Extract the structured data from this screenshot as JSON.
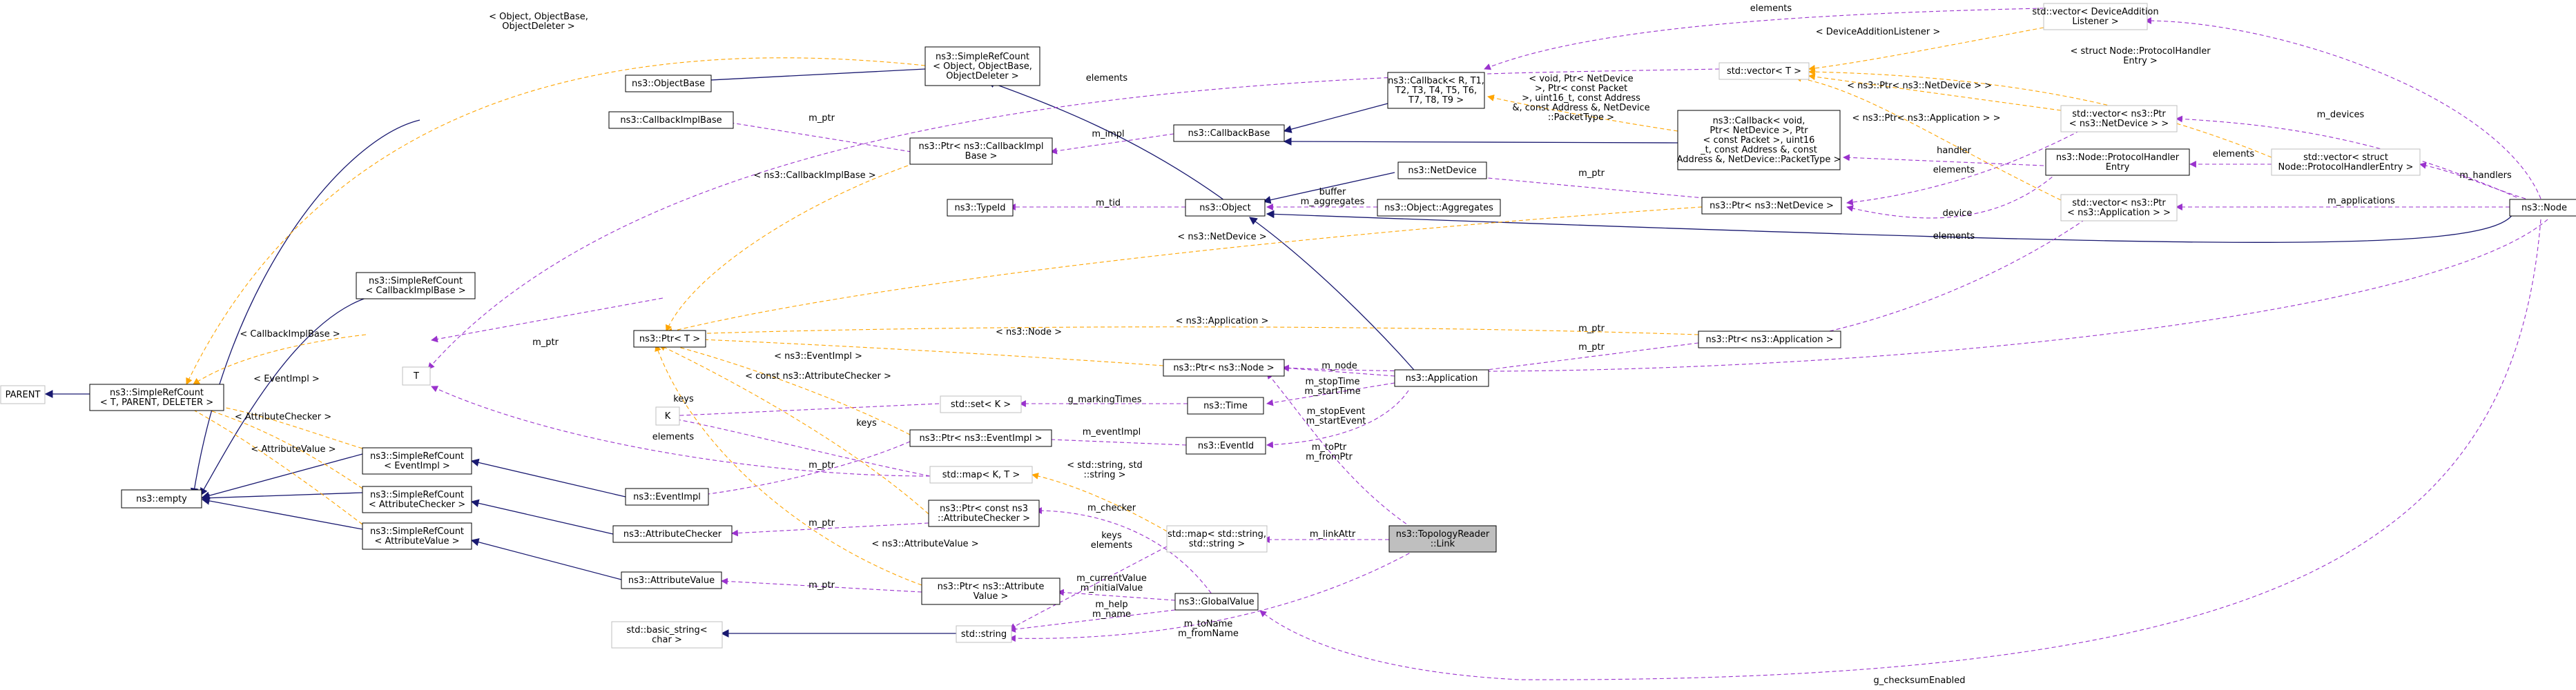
{
  "diagram": {
    "nodes": {
      "parent": [
        "PARENT"
      ],
      "simplerefcount_tpd": [
        "ns3::SimpleRefCount",
        "< T, PARENT, DELETER >"
      ],
      "empty": [
        "ns3::empty"
      ],
      "objectbase": [
        "ns3::ObjectBase"
      ],
      "callbackimplbase": [
        "ns3::CallbackImplBase"
      ],
      "src_callbackimplbase": [
        "ns3::SimpleRefCount",
        "< CallbackImplBase >"
      ],
      "src_object": [
        "ns3::SimpleRefCount",
        "< Object, ObjectBase,",
        "ObjectDeleter >"
      ],
      "typeid": [
        "ns3::TypeId"
      ],
      "ptr_callbackimplbase": [
        "ns3::Ptr< ns3::CallbackImpl",
        "Base >"
      ],
      "callbackbase": [
        "ns3::CallbackBase"
      ],
      "callback_t": [
        "ns3::Callback< R, T1,",
        "T2, T3, T4, T5, T6,",
        "T7, T8, T9 >"
      ],
      "callback_void": [
        "ns3::Callback< void,",
        "Ptr< NetDevice >, Ptr",
        "< const Packet >, uint16",
        "_t, const Address &, const",
        "Address &, NetDevice::PacketType >"
      ],
      "object": [
        "ns3::Object"
      ],
      "netdevice": [
        "ns3::NetDevice"
      ],
      "aggregates": [
        "ns3::Object::Aggregates"
      ],
      "ptr_netdevice": [
        "ns3::Ptr< ns3::NetDevice >"
      ],
      "protocolhandler": [
        "ns3::Node::ProtocolHandler",
        "Entry"
      ],
      "vec_deviceaddition": [
        "std::vector< DeviceAddition",
        "Listener >"
      ],
      "vec_t": [
        "std::vector< T >"
      ],
      "vec_ptr_netdevice": [
        "std::vector< ns3::Ptr",
        "< ns3::NetDevice > >"
      ],
      "vec_protocolhandler": [
        "std::vector< struct",
        "Node::ProtocolHandlerEntry >"
      ],
      "vec_ptr_application": [
        "std::vector< ns3::Ptr",
        "< ns3::Application > >"
      ],
      "node": [
        "ns3::Node"
      ],
      "ptr_t": [
        "ns3::Ptr< T >"
      ],
      "t": [
        "T"
      ],
      "ptr_node": [
        "ns3::Ptr< ns3::Node >"
      ],
      "application": [
        "ns3::Application"
      ],
      "ptr_application": [
        "ns3::Ptr< ns3::Application >"
      ],
      "k": [
        "K"
      ],
      "set_k": [
        "std::set< K >"
      ],
      "time": [
        "ns3::Time"
      ],
      "ptr_eventimpl": [
        "ns3::Ptr< ns3::EventImpl >"
      ],
      "eventid": [
        "ns3::EventId"
      ],
      "map_kt": [
        "std::map< K, T >"
      ],
      "src_eventimpl": [
        "ns3::SimpleRefCount",
        "< EventImpl >"
      ],
      "src_attributechecker": [
        "ns3::SimpleRefCount",
        "< AttributeChecker >"
      ],
      "src_attributevalue": [
        "ns3::SimpleRefCount",
        "< AttributeValue >"
      ],
      "eventimpl": [
        "ns3::EventImpl"
      ],
      "attributechecker": [
        "ns3::AttributeChecker"
      ],
      "ptr_attributechecker": [
        "ns3::Ptr< const ns3",
        "::AttributeChecker >"
      ],
      "map_string": [
        "std::map< std::string,",
        "std::string >"
      ],
      "topologyreader_link": [
        "ns3::TopologyReader",
        "::Link"
      ],
      "attributevalue": [
        "ns3::AttributeValue"
      ],
      "ptr_attributevalue": [
        "ns3::Ptr< ns3::Attribute",
        "Value >"
      ],
      "globalvalue": [
        "ns3::GlobalValue"
      ],
      "basic_string": [
        "std::basic_string<",
        "char >"
      ],
      "string": [
        "std::string"
      ]
    },
    "edge_labels": {
      "e_object_base": [
        "< Object, ObjectBase,",
        "ObjectDeleter >"
      ],
      "e_elements_vec_t": [
        "elements"
      ],
      "e_elements_dal": [
        "elements"
      ],
      "e_dal_listener": [
        "< DeviceAdditionListener >"
      ],
      "e_void_ptrnd": [
        "< void, Ptr< NetDevice",
        ">, Ptr< const Packet",
        ">, uint16_t, const Address",
        "&, const Address &, NetDevice",
        "::PacketType >"
      ],
      "e_struct_phe": [
        "< struct Node::ProtocolHandler",
        "Entry >"
      ],
      "e_ptr_nd_vec": [
        "< ns3::Ptr< ns3::NetDevice > >"
      ],
      "e_ptr_app_vec": [
        "< ns3::Ptr< ns3::Application > >"
      ],
      "e_m_ptr_cib": [
        "m_ptr"
      ],
      "e_m_impl": [
        "m_impl"
      ],
      "e_cib_tmpl": [
        "< ns3::CallbackImplBase >"
      ],
      "e_m_tid": [
        "m_tid"
      ],
      "e_buffer": [
        "buffer",
        "m_aggregates"
      ],
      "e_m_ptr_nd": [
        "m_ptr"
      ],
      "e_elements_nd": [
        "elements"
      ],
      "e_handler": [
        "handler"
      ],
      "e_device": [
        "device"
      ],
      "e_elements_ph": [
        "elements"
      ],
      "e_m_devices": [
        "m_devices"
      ],
      "e_m_handlers": [
        "m_handlers"
      ],
      "e_m_applications": [
        "m_applications"
      ],
      "e_elements_app": [
        "elements"
      ],
      "e_nd_tmpl": [
        "< ns3::NetDevice >"
      ],
      "e_app_tmpl": [
        "< ns3::Application >"
      ],
      "e_m_ptr_node": [
        "m_ptr"
      ],
      "e_node_tmpl": [
        "< ns3::Node >"
      ],
      "e_cb_tmpl": [
        "< CallbackImplBase >"
      ],
      "e_m_ptr_t": [
        "m_ptr"
      ],
      "e_eventimpl_tmpl": [
        "< EventImpl >"
      ],
      "e_ev_tmpl": [
        "< ns3::EventImpl >"
      ],
      "e_ac_tmpl": [
        "< AttributeChecker >"
      ],
      "e_av_tmpl": [
        "< AttributeValue >"
      ],
      "e_const_ac": [
        "< const ns3::AttributeChecker >"
      ],
      "e_keys_set": [
        "keys"
      ],
      "e_marking": [
        "g_markingTimes"
      ],
      "e_keys_map": [
        "keys"
      ],
      "e_elements_map": [
        "elements"
      ],
      "e_m_ptr_app": [
        "m_ptr"
      ],
      "e_m_node": [
        "m_node"
      ],
      "e_stop": [
        "m_stopTime",
        "m_startTime"
      ],
      "e_event": [
        "m_stopEvent",
        "m_startEvent"
      ],
      "e_m_eventimpl": [
        "m_eventImpl"
      ],
      "e_m_ptr_ev": [
        "m_ptr"
      ],
      "e_to_from": [
        "m_toPtr",
        "m_fromPtr"
      ],
      "e_string_tmpl": [
        "< std::string, std",
        "::string >"
      ],
      "e_m_checker": [
        "m_checker"
      ],
      "e_m_ptr_ac": [
        "m_ptr"
      ],
      "e_av_tmpl2": [
        "< ns3::AttributeValue >"
      ],
      "e_keys_el": [
        "keys",
        "elements"
      ],
      "e_m_linkattr": [
        "m_linkAttr"
      ],
      "e_m_ptr_av": [
        "m_ptr"
      ],
      "e_current": [
        "m_currentValue",
        "m_initialValue"
      ],
      "e_help": [
        "m_help",
        "m_name"
      ],
      "e_to_name": [
        "m_toName",
        "m_fromName"
      ],
      "e_checksum": [
        "g_checksumEnabled"
      ]
    },
    "colors": {
      "inheritance": "#191970",
      "usage": "#9a32cd",
      "template": "#ffa500",
      "focus_fill": "#bfbfbf",
      "gray_border": "#bfbfbf"
    }
  }
}
